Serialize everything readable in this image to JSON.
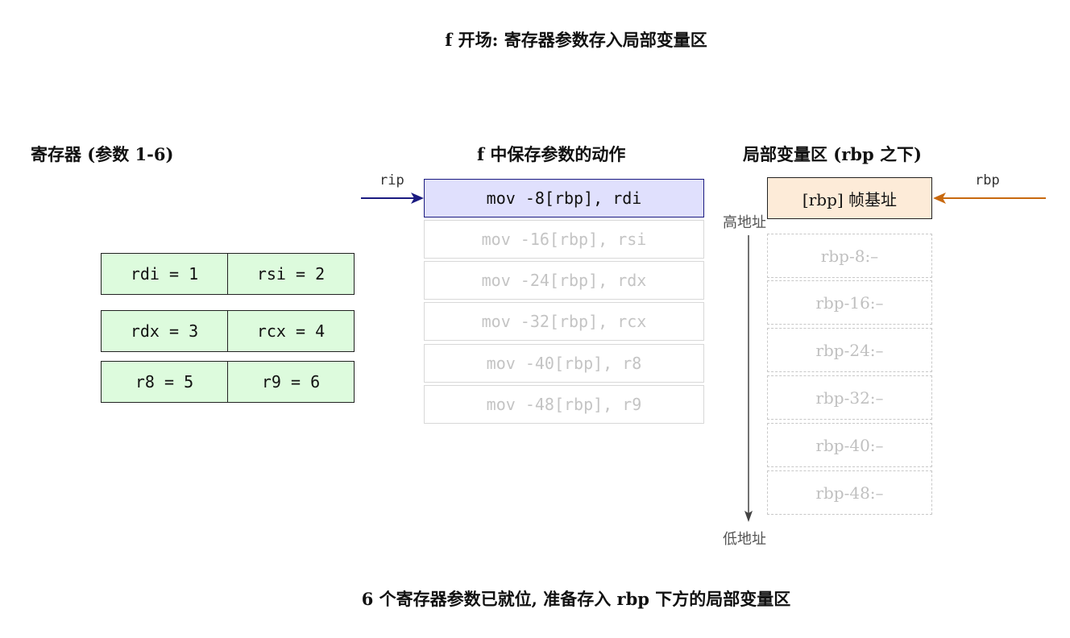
{
  "title": "f 开场: 寄存器参数存入局部变量区",
  "columns": {
    "registers": "寄存器 (参数 1-6)",
    "actions": "f 中保存参数的动作",
    "locals": "局部变量区 (rbp 之下)"
  },
  "registers": [
    [
      "rdi = 1",
      "rsi = 2"
    ],
    [
      "rdx = 3",
      "rcx = 4"
    ],
    [
      "r8 = 5",
      "r9 = 6"
    ]
  ],
  "instructions": [
    "mov -8[rbp], rdi",
    "mov -16[rbp], rsi",
    "mov -24[rbp], rdx",
    "mov -32[rbp], rcx",
    "mov -40[rbp], r8",
    "mov -48[rbp], r9"
  ],
  "active_instruction_index": 0,
  "pointers": {
    "rip": "rip",
    "rbp": "rbp"
  },
  "frame": {
    "base_label": "[rbp] 帧基址",
    "high_addr": "高地址",
    "low_addr": "低地址",
    "slots": [
      "rbp-8:–",
      "rbp-16:–",
      "rbp-24:–",
      "rbp-32:–",
      "rbp-40:–",
      "rbp-48:–"
    ]
  },
  "footer": "6 个寄存器参数已就位, 准备存入 rbp 下方的局部变量区",
  "colors": {
    "register_fill": "#ddfbdd",
    "active_instr_fill": "#e0e0fd",
    "rip_arrow": "#1a1a80",
    "rbp_arrow": "#c8690f",
    "rbp_box_fill": "#fdebd8"
  }
}
